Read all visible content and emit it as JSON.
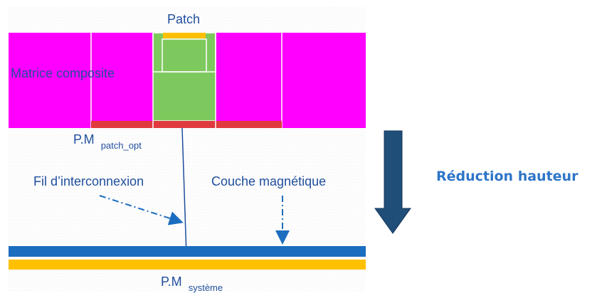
{
  "labels": {
    "patch": "Patch",
    "matrice": "Matrice composite",
    "pm_patch_main": "P.M",
    "pm_patch_sub": "patch_opt",
    "fil": "Fil d’interconnexion",
    "couche": "Couche magnétique",
    "pm_systeme_main": "P.M",
    "pm_systeme_sub": "système",
    "reduction": "Réduction hauteur"
  },
  "colors": {
    "magenta": "#ff00ff",
    "green": "#7ec95e",
    "orange": "#ffc000",
    "red": "#e0393e",
    "blue_layer": "#1a6dbf",
    "arrow": "#1f4e79",
    "text": "#1f4e9c",
    "accent_text": "#2e75c8"
  }
}
